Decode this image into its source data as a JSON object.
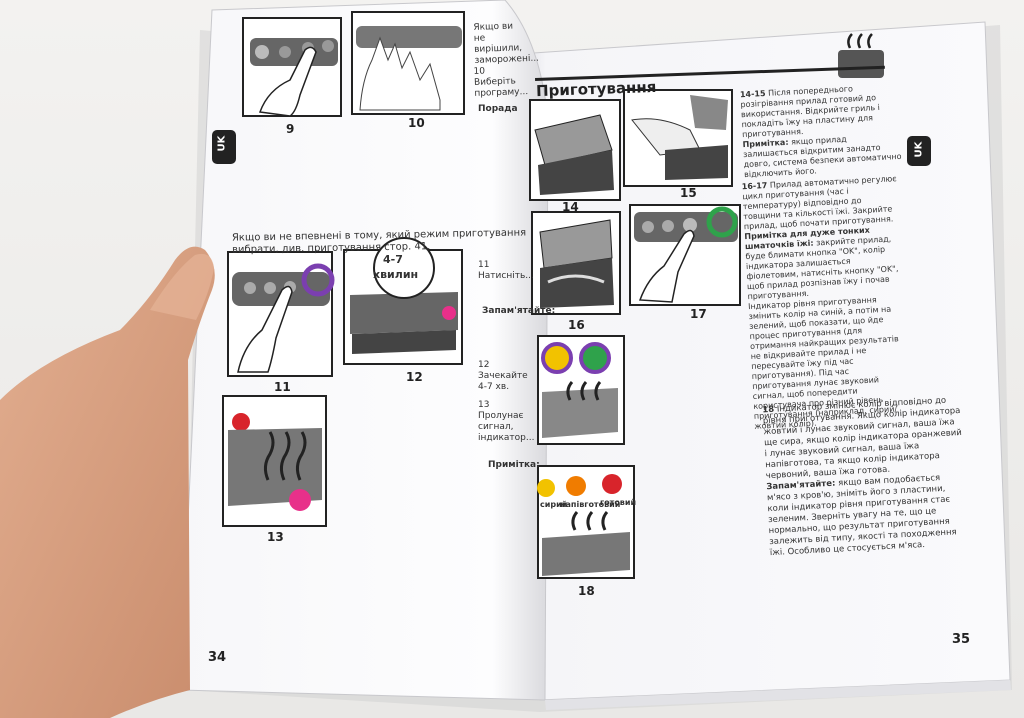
{
  "left_page": {
    "page_number": "34",
    "lang_tab": "UK",
    "intro_text": "Якщо ви не впевнені в тому, який режим приготування вибрати, див. приготування стор. 41.",
    "step_9": "9",
    "step_10": "10",
    "step_11": "11",
    "step_12": "12",
    "step_13": "13",
    "badge_line1": "4-7",
    "badge_line2": "хвилин",
    "right_col_9": "Якщо ви не вирішили, заморожені...",
    "right_col_10": "10 Виберіть програму...",
    "tip_label": "Порада",
    "step11_text": "11 Натисніть...",
    "step11_note": "Запам'ятайте:",
    "step12_text": "12 Зачекайте 4-7 хв.",
    "step13_text": "13 Пролунає сигнал, індикатор...",
    "step13_note": "Примітка:"
  },
  "right_page": {
    "page_number": "35",
    "lang_tab": "UK",
    "heading": "Приготування",
    "step_14": "14",
    "step_15": "15",
    "step_16": "16",
    "step_17": "17",
    "step_18": "18",
    "label_raw": "сирий",
    "label_medium": "напівготовий",
    "label_done": "готовий",
    "p1415_lead": "14-15",
    "p1415": "Після попереднього розігрівання прилад готовий до використання. Відкрийте гриль і покладіть їжу на пластину для приготування.",
    "p1415_note_label": "Примітка:",
    "p1415_note": "якщо прилад залишається відкритим занадто довго, система безпеки автоматично відключить його.",
    "p1617_lead": "16-17",
    "p1617": "Прилад автоматично регулює цикл приготування (час і температуру) відповідно до товщини та кількості їжі. Закрийте прилад, щоб почати приготування.",
    "p1617_note_label": "Примітка для дуже тонких шматочків їжі:",
    "p1617_note": "закрийте прилад, буде блимати кнопка \"OK\", колір індикатора залишається фіолетовим, натисніть кнопку \"OK\", щоб прилад розпізнав їжу і почав приготування.",
    "p1617_more": "Індикатор рівня приготування змінить колір на синій, а потім на зелений, щоб показати, що йде процес приготування (для отримання найкращих результатів не відкривайте прилад і не пересувайте їжу під час приготування). Під час приготування лунає звуковий сигнал, щоб попередити користувача про різний рівень приготування (наприклад, сирий/жовтий колір).",
    "p18_lead": "18",
    "p18": "Індикатор змінює колір відповідно до рівня приготування. Якщо колір індикатора жовтий і лунає звуковий сигнал, ваша їжа ще сира, якщо колір індикатора оранжевий і лунає звуковий сигнал, ваша їжа напівготова, та якщо колір індикатора червоний, ваша їжа готова.",
    "p18_note_label": "Запам'ятайте:",
    "p18_note": "якщо вам подобається м'ясо з кров'ю, зніміть його з пластини, коли індикатор рівня приготування стає зеленим. Зверніть увагу на те, що це нормально, що результат приготування залежить від типу, якості та походження їжі. Особливо це стосується м'яса."
  },
  "colors": {
    "background": "#ececec",
    "paper": "#fbfbfd",
    "ink": "#333333",
    "hand": "#d9a283",
    "accent_pink": "#e8308a",
    "indicator_purple": "#7b3fb0",
    "indicator_yellow": "#f2c200",
    "indicator_orange": "#f07c00",
    "indicator_red": "#d8242b"
  }
}
